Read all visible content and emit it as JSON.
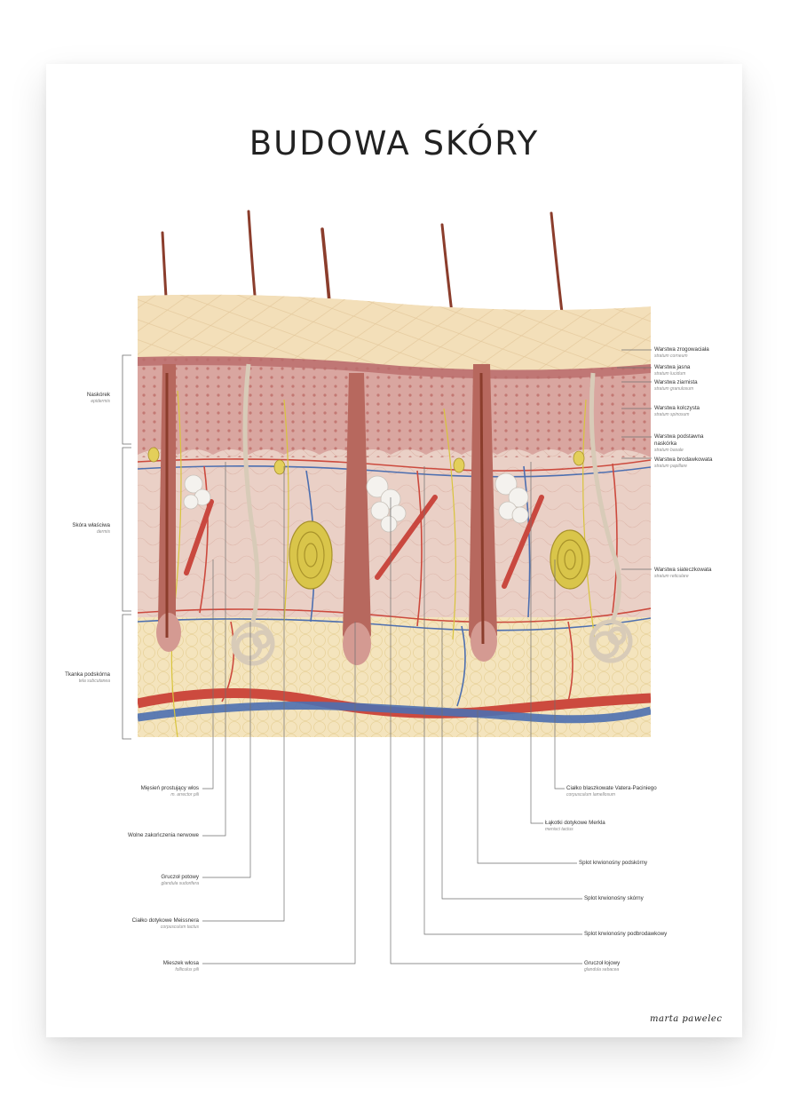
{
  "title": "BUDOWA SKÓRY",
  "signature": "marta pawelec",
  "colors": {
    "stratum_corneum": "#f3dfb9",
    "epidermis": "#c98a88",
    "dermis": "#ead0c6",
    "hypodermis": "#f4e4bd",
    "artery": "#cc4a3e",
    "vein": "#4d6fb0",
    "hair": "#8b3d2c",
    "nerve": "#d8c43c",
    "leader_line": "#6f6f6f"
  },
  "layers_left": [
    {
      "name": "Naskórek",
      "latin": "epidermis"
    },
    {
      "name": "Skóra właściwa",
      "latin": "dermis"
    },
    {
      "name": "Tkanka podskórna",
      "latin": "tela subcutanea"
    }
  ],
  "labels_right": [
    {
      "name": "Warstwa zrogowaciała",
      "latin": "stratum corneum"
    },
    {
      "name": "Warstwa jasna",
      "latin": "stratum lucidum"
    },
    {
      "name": "Warstwa ziarnista",
      "latin": "stratum granulosum"
    },
    {
      "name": "Warstwa kolczysta",
      "latin": "stratum spinosum"
    },
    {
      "name": "Warstwa podstawna naskórka",
      "latin": "stratum basale"
    },
    {
      "name": "Warstwa brodawkowata",
      "latin": "stratum papillare"
    },
    {
      "name": "Warstwa siateczkowata",
      "latin": "stratum reticulare"
    }
  ],
  "labels_bottom_left": [
    {
      "name": "Mięsień prostujący włos",
      "latin": "m. arrector pili"
    },
    {
      "name": "Wolne zakończenia nerwowe",
      "latin": ""
    },
    {
      "name": "Gruczoł potowy",
      "latin": "glandula sudorifera"
    },
    {
      "name": "Ciałko dotykowe Meissnera",
      "latin": "corpusculum tactus"
    },
    {
      "name": "Mieszek włosa",
      "latin": "folliculus pili"
    }
  ],
  "labels_bottom_right": [
    {
      "name": "Ciałko blaszkowate Vatera-Paciniego",
      "latin": "corpusculum lamellosum"
    },
    {
      "name": "Łąkotki dotykowe Merkla",
      "latin": "menisci tactus"
    },
    {
      "name": "Splot krwionośny podskórny",
      "latin": ""
    },
    {
      "name": "Splot krwionośny skórny",
      "latin": ""
    },
    {
      "name": "Splot krwionośny podbrodawkowy",
      "latin": ""
    },
    {
      "name": "Gruczoł łojowy",
      "latin": "glandula sebacea"
    }
  ]
}
